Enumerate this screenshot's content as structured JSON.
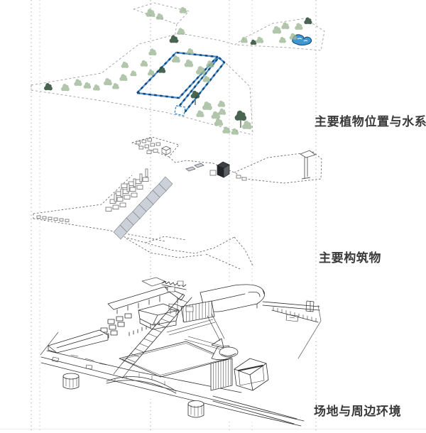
{
  "layers": [
    {
      "id": "plants-and-water",
      "caption": "主要植物位置与水系"
    },
    {
      "id": "structures",
      "caption": "主要构筑物"
    },
    {
      "id": "site-and-context",
      "caption": "场地与周边环境"
    }
  ],
  "colors": {
    "guide": "#a8a8a8",
    "boundary": "#9aa0a0",
    "tree-light": "#9cb794",
    "tree-dark": "#31503a",
    "water-stroke": "#3d8ed2",
    "water-deep": "#17477a",
    "water-fill": "#3f97d0",
    "structure-line": "#58595b",
    "structure-fill": "#ccd1d9",
    "site-line": "#2f2f2f",
    "caption": "#3a3a3a"
  }
}
